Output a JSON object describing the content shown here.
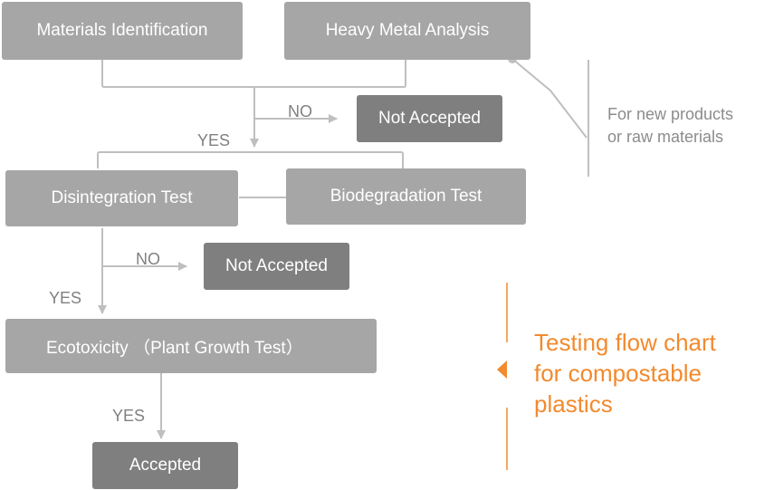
{
  "nodes": {
    "materials": "Materials Identification",
    "heavy_metal": "Heavy Metal Analysis",
    "not_accepted_1": "Not Accepted",
    "disintegration": "Disintegration Test",
    "biodegradation": "Biodegradation Test",
    "not_accepted_2": "Not Accepted",
    "ecotoxicity": "Ecotoxicity （Plant Growth Test）",
    "accepted": "Accepted"
  },
  "edge_labels": {
    "no_1": "NO",
    "yes_1": "YES",
    "no_2": "NO",
    "yes_2": "YES",
    "yes_3": "YES"
  },
  "callout": {
    "line1": "For new products",
    "line2": "or raw materials"
  },
  "headline": {
    "line1": "Testing flow chart",
    "line2": "for compostable",
    "line3": "plastics"
  },
  "colors": {
    "step_box": "#a6a6a6",
    "result_box": "#7f7f7f",
    "connector": "#bfbfbf",
    "headline": "#f28a2e"
  }
}
